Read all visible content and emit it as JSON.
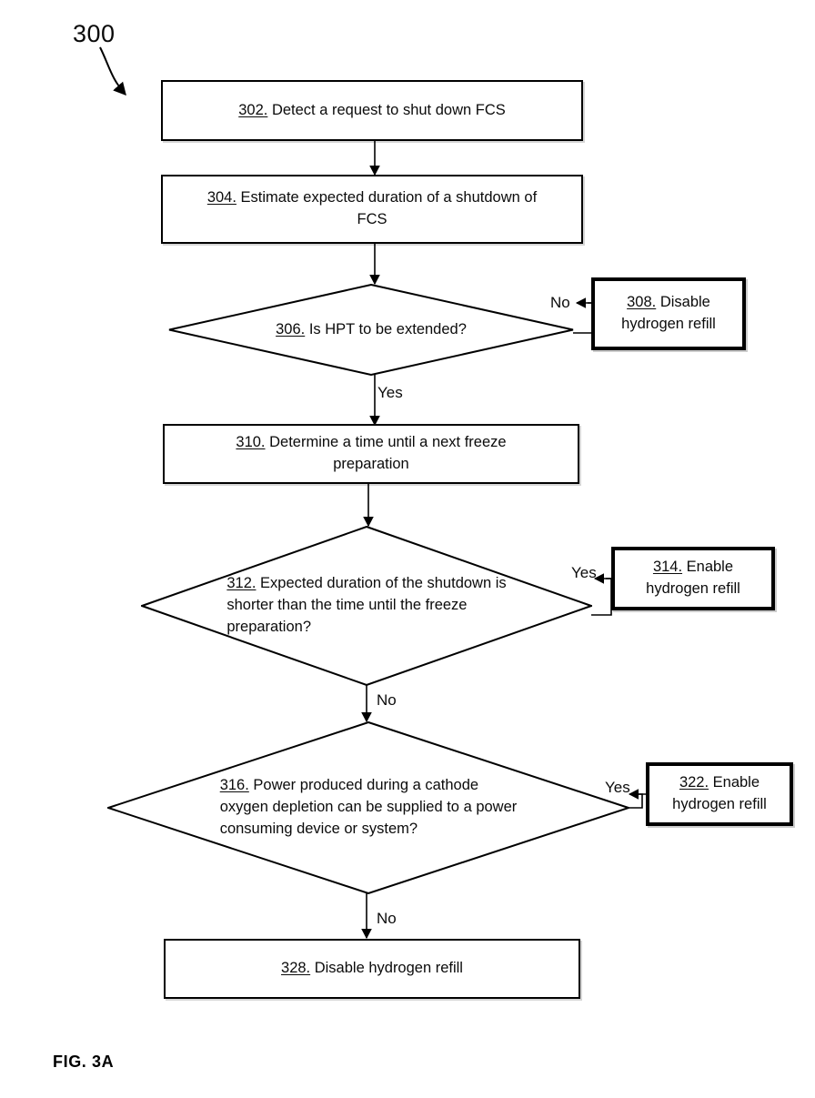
{
  "figure": {
    "reference_numeral": "300",
    "caption": "FIG. 3A"
  },
  "nodes": [
    {
      "id": "302",
      "shape": "process",
      "number": "302.",
      "text": " Detect a request to shut down FCS"
    },
    {
      "id": "304",
      "shape": "process",
      "number": "304.",
      "text": " Estimate expected duration of a shutdown of\nFCS"
    },
    {
      "id": "306",
      "shape": "decision",
      "number": "306.",
      "text": " Is HPT to be extended?"
    },
    {
      "id": "308",
      "shape": "process-thick",
      "number": "308.",
      "text": " Disable\nhydrogen refill"
    },
    {
      "id": "310",
      "shape": "process",
      "number": "310.",
      "text": " Determine a time until a next freeze\npreparation"
    },
    {
      "id": "312",
      "shape": "decision",
      "number": "312.",
      "text": " Expected duration of the shutdown is\nshorter than the time until the freeze\npreparation?"
    },
    {
      "id": "314",
      "shape": "process-thick",
      "number": "314.",
      "text": " Enable\nhydrogen refill"
    },
    {
      "id": "316",
      "shape": "decision",
      "number": "316.",
      "text": " Power produced during a cathode\noxygen depletion can be supplied to a power\nconsuming device or system?"
    },
    {
      "id": "322",
      "shape": "process-thick",
      "number": "322.",
      "text": " Enable\nhydrogen refill"
    },
    {
      "id": "328",
      "shape": "process",
      "number": "328.",
      "text": " Disable hydrogen refill"
    }
  ],
  "edges": [
    {
      "from": "306",
      "to": "308",
      "label": "No"
    },
    {
      "from": "306",
      "to": "310",
      "label": "Yes"
    },
    {
      "from": "312",
      "to": "314",
      "label": "Yes"
    },
    {
      "from": "312",
      "to": "316",
      "label": "No"
    },
    {
      "from": "316",
      "to": "322",
      "label": "Yes"
    },
    {
      "from": "316",
      "to": "328",
      "label": "No"
    }
  ],
  "colors": {
    "ink": "#000000",
    "page": "#ffffff"
  }
}
